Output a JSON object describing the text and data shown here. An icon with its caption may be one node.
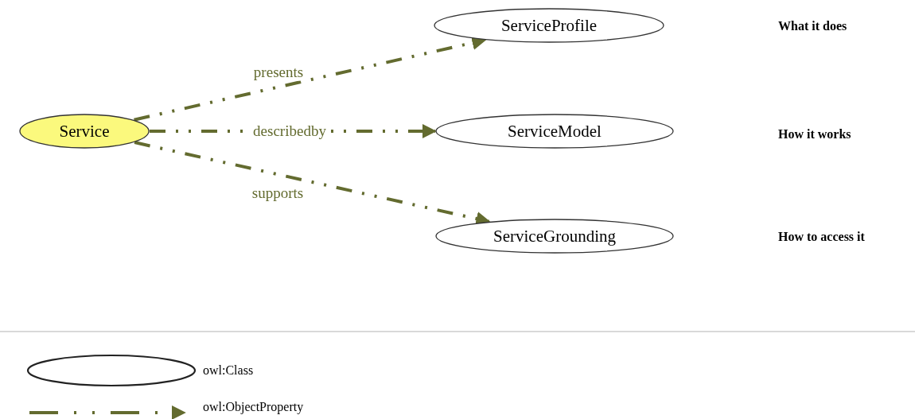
{
  "diagram": {
    "nodes": [
      {
        "text": [
          "Service"
        ]
      },
      {
        "text": [
          "ServiceProfile"
        ]
      },
      {
        "text": [
          "ServiceModel"
        ]
      },
      {
        "text": [
          "ServiceGrounding"
        ]
      }
    ],
    "labels": [
      "What it does",
      "How it works",
      "How to access it"
    ],
    "edges": [
      {
        "from": 0,
        "to": 1,
        "arrow": "to",
        "label": "presents",
        "style": "dashed"
      },
      {
        "from": 0,
        "to": 2,
        "arrow": "to",
        "label": "describedby",
        "style": "dashed"
      },
      {
        "from": 0,
        "to": 3,
        "arrow": "to",
        "label": "supports",
        "style": "dashed"
      }
    ],
    "legend": [
      {
        "text": "owl:Class"
      },
      {
        "text": "owl:ObjectProperty"
      }
    ]
  }
}
